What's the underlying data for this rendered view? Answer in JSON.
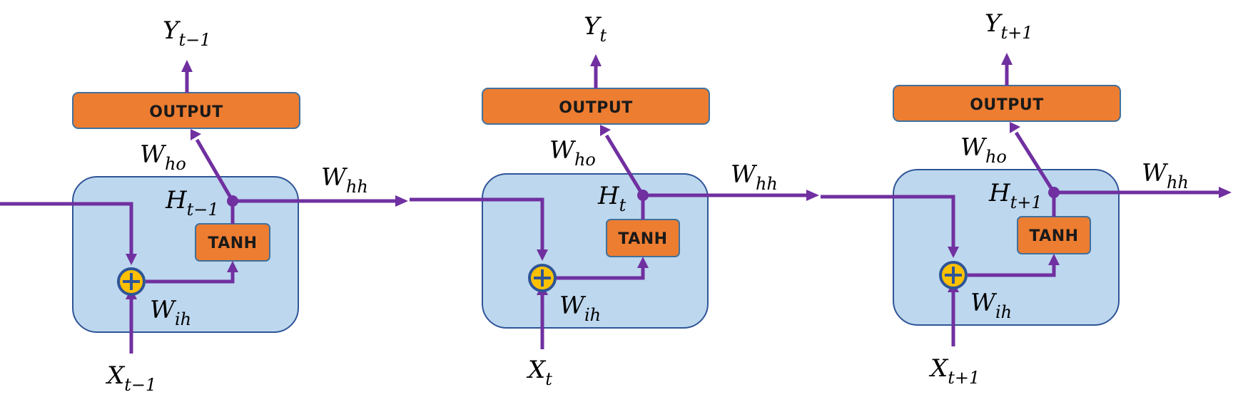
{
  "cells": [
    {
      "output_label": "OUTPUT",
      "tanh_label": "TANH",
      "y_label": {
        "base": "Y",
        "sub": "t−1"
      },
      "h_label": {
        "base": "H",
        "sub": "t−1"
      },
      "x_label": {
        "base": "X",
        "sub": "t−1"
      },
      "who_label": {
        "base": "W",
        "sub": "ho"
      },
      "wih_label": {
        "base": "W",
        "sub": "ih"
      },
      "whh_label": {
        "base": "W",
        "sub": "hh"
      }
    },
    {
      "output_label": "OUTPUT",
      "tanh_label": "TANH",
      "y_label": {
        "base": "Y",
        "sub": "t"
      },
      "h_label": {
        "base": "H",
        "sub": "t"
      },
      "x_label": {
        "base": "X",
        "sub": "t"
      },
      "who_label": {
        "base": "W",
        "sub": "ho"
      },
      "wih_label": {
        "base": "W",
        "sub": "ih"
      },
      "whh_label": {
        "base": "W",
        "sub": "hh"
      }
    },
    {
      "output_label": "OUTPUT",
      "tanh_label": "TANH",
      "y_label": {
        "base": "Y",
        "sub": "t+1"
      },
      "h_label": {
        "base": "H",
        "sub": "t+1"
      },
      "x_label": {
        "base": "X",
        "sub": "t+1"
      },
      "who_label": {
        "base": "W",
        "sub": "ho"
      },
      "wih_label": {
        "base": "W",
        "sub": "ih"
      },
      "whh_label": {
        "base": "W",
        "sub": "hh"
      }
    }
  ],
  "colors": {
    "cell_fill": "#bdd7ee",
    "cell_border": "#2f5597",
    "box_fill": "#ed7d31",
    "wire": "#7030a0",
    "sum_fill": "#ffc000",
    "sum_border": "#2f5597"
  },
  "icons": {
    "sum_node": "circle-plus-icon"
  }
}
